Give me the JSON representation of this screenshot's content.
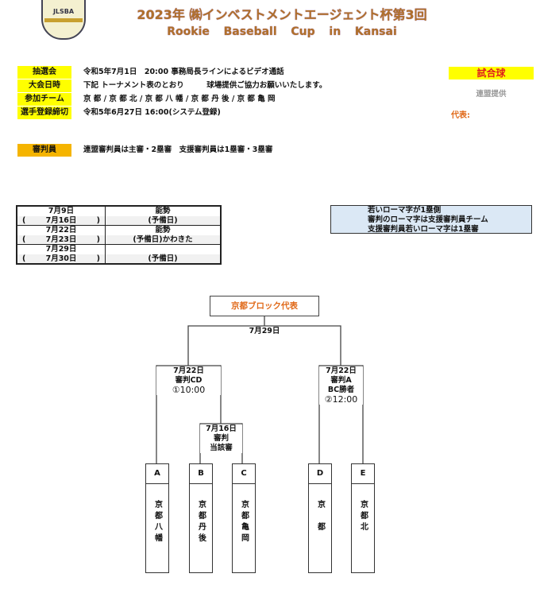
{
  "logo": {
    "text": "JLSBA"
  },
  "header": {
    "title_line1": "2023年 ㈱インベストメントエージェント杯第3回",
    "title_line2": "Rookie  Baseball  Cup  in  Kansai"
  },
  "info": [
    {
      "label": "抽選会",
      "value": "令和5年7月1日　20:00 事務局長ラインによるビデオ通話"
    },
    {
      "label": "大会日時",
      "value": "下記 トーナメント表のとおり　　　球場提供ご協力お願いいたします。"
    },
    {
      "label": "参加チーム",
      "value": "京 都 / 京 都 北 / 京 都 八 幡 / 京 都 丹 後 / 京 都 亀 岡"
    },
    {
      "label": "選手登録締切",
      "value": "令和5年6月27日 16:00(システム登録)"
    }
  ],
  "umpire": {
    "label": "審判員",
    "value": "連盟審判員は主審・2塁審　支援審判員は1塁審・3塁審"
  },
  "ball": {
    "label": "試合球",
    "provider": "連盟提供",
    "rep": "代表:"
  },
  "schedule": [
    {
      "date": "7月9日",
      "reserve": "7月16日",
      "venue": "能勢",
      "note": "(予備日)"
    },
    {
      "date": "7月22日",
      "reserve": "7月23日",
      "venue": "能勢",
      "note": "(予備日)かわきた"
    },
    {
      "date": "7月29日",
      "reserve": "7月30日",
      "venue": "",
      "note": "(予備日)"
    }
  ],
  "paren_open": "(",
  "paren_close": ")",
  "notes": [
    "若いローマ字が1塁側",
    "審判のローマ字は支援審判員チーム",
    "支援審判員若いローマ字は1塁審"
  ],
  "bracket": {
    "final": "京都ブロック代表",
    "final_date": "7月29日",
    "left_semi": [
      "7月22日",
      "審判CD",
      "①10:00"
    ],
    "right_semi": [
      "7月22日",
      "審判A",
      "BC勝者",
      "②12:00"
    ],
    "first_round": [
      "7月16日",
      "審判",
      "当該審"
    ],
    "teams": [
      {
        "letter": "A",
        "name": "京都八幡"
      },
      {
        "letter": "B",
        "name": "京都丹後"
      },
      {
        "letter": "C",
        "name": "京都亀岡"
      },
      {
        "letter": "D",
        "name": "京　都"
      },
      {
        "letter": "E",
        "name": "京都北"
      }
    ]
  }
}
